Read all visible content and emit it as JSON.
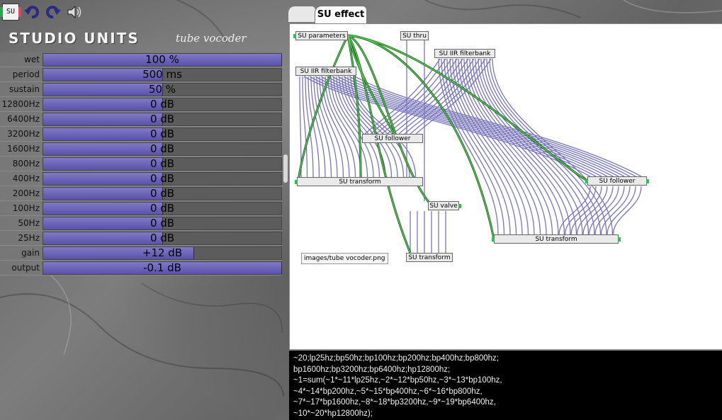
{
  "toolbar": {
    "logo_label": "SU",
    "undo_icon": "undo-icon",
    "redo_icon": "redo-icon",
    "speaker_icon": "speaker-icon"
  },
  "brand": {
    "title": "STUDIO UNITS",
    "plugin": "tube vocoder"
  },
  "params": [
    {
      "label": "wet",
      "value": "100 %",
      "level": 1.0
    },
    {
      "label": "period",
      "value": "500 ms",
      "level": 0.5
    },
    {
      "label": "sustain",
      "value": "50 %",
      "level": 0.5
    },
    {
      "label": "12800Hz",
      "value": "0 dB",
      "level": 0.5
    },
    {
      "label": "6400Hz",
      "value": "0 dB",
      "level": 0.5
    },
    {
      "label": "3200Hz",
      "value": "0 dB",
      "level": 0.5
    },
    {
      "label": "1600Hz",
      "value": "0 dB",
      "level": 0.5
    },
    {
      "label": "800Hz",
      "value": "0 dB",
      "level": 0.5
    },
    {
      "label": "400Hz",
      "value": "0 dB",
      "level": 0.5
    },
    {
      "label": "200Hz",
      "value": "0 dB",
      "level": 0.5
    },
    {
      "label": "100Hz",
      "value": "0 dB",
      "level": 0.5
    },
    {
      "label": "50Hz",
      "value": "0 dB",
      "level": 0.5
    },
    {
      "label": "25Hz",
      "value": "0 dB",
      "level": 0.5
    },
    {
      "label": "gain",
      "value": "+12 dB",
      "level": 0.63
    },
    {
      "label": "output",
      "value": "-0.1 dB",
      "level": 1.0
    }
  ],
  "tabs": {
    "active": "SU effect"
  },
  "nodes": {
    "parameters": "SU parameters",
    "thru": "SU thru",
    "iir1": "SU IIR filterbank",
    "iir2": "SU IIR filterbank",
    "follower1": "SU follower",
    "transform1": "SU transform",
    "valve": "SU valve",
    "follower2": "SU follower",
    "transform2": "SU transform",
    "transform3": "SU transform",
    "comment": "images/tube vocoder.png"
  },
  "console": {
    "lines": [
      "~20;lp25hz;bp50hz;bp100hz;bp200hz;bp400hz;bp800hz;",
      "bp1600hz;bp3200hz;bp6400hz;hp12800hz;",
      "~1=sum(~1*~11*lp25hz,~2*~12*bp50hz,~3*~13*bp100hz,",
      "~4*~14*bp200hz,~5*~15*bp400hz,~6*~16*bp800hz,",
      "~7*~17*bp1600hz,~8*~18*bp3200hz,~9*~19*bp6400hz,",
      "~10*~20*hp12800hz);"
    ]
  },
  "colors": {
    "slider_fill": "#6a62b8",
    "wire_blue": "#6a66b8",
    "wire_green": "#2a8a2a",
    "port_green": "#33bb55",
    "port_red": "#dd5566",
    "console_bg": "#000000"
  }
}
